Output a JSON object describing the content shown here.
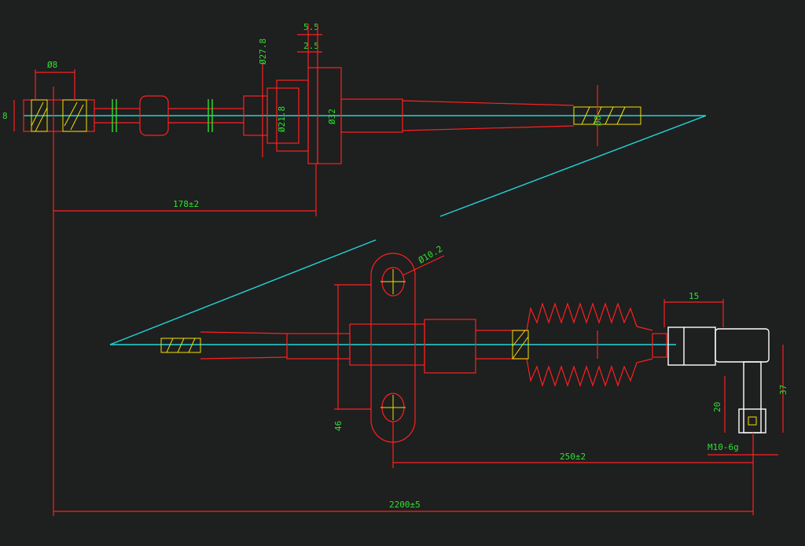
{
  "drawing": {
    "dimensions": {
      "d_left_bore": "Ø8",
      "left_height": "8",
      "d_flange_top": "Ø27.8",
      "w_flange_top": "5.5",
      "w_flange_small": "2.5",
      "d_flange_inner": "Ø21.8",
      "d_flange_outer": "Ø32",
      "d_rod_end": "Ø8",
      "len_top": "178±2",
      "d_bracket_hole": "Ø10.2",
      "bracket_height": "46",
      "len_boot": "15",
      "rod_end_height": "37",
      "rod_end_stem": "20",
      "thread": "M10-6g",
      "len_bottom_partial": "250±2",
      "len_overall": "2200±5"
    },
    "colors": {
      "outline": "#ff2020",
      "centerline": "#22d6d6",
      "dimension_text": "#30e030",
      "hatch": "#f0e000",
      "fitting": "#ffffff",
      "background": "#1e1f1f"
    }
  }
}
